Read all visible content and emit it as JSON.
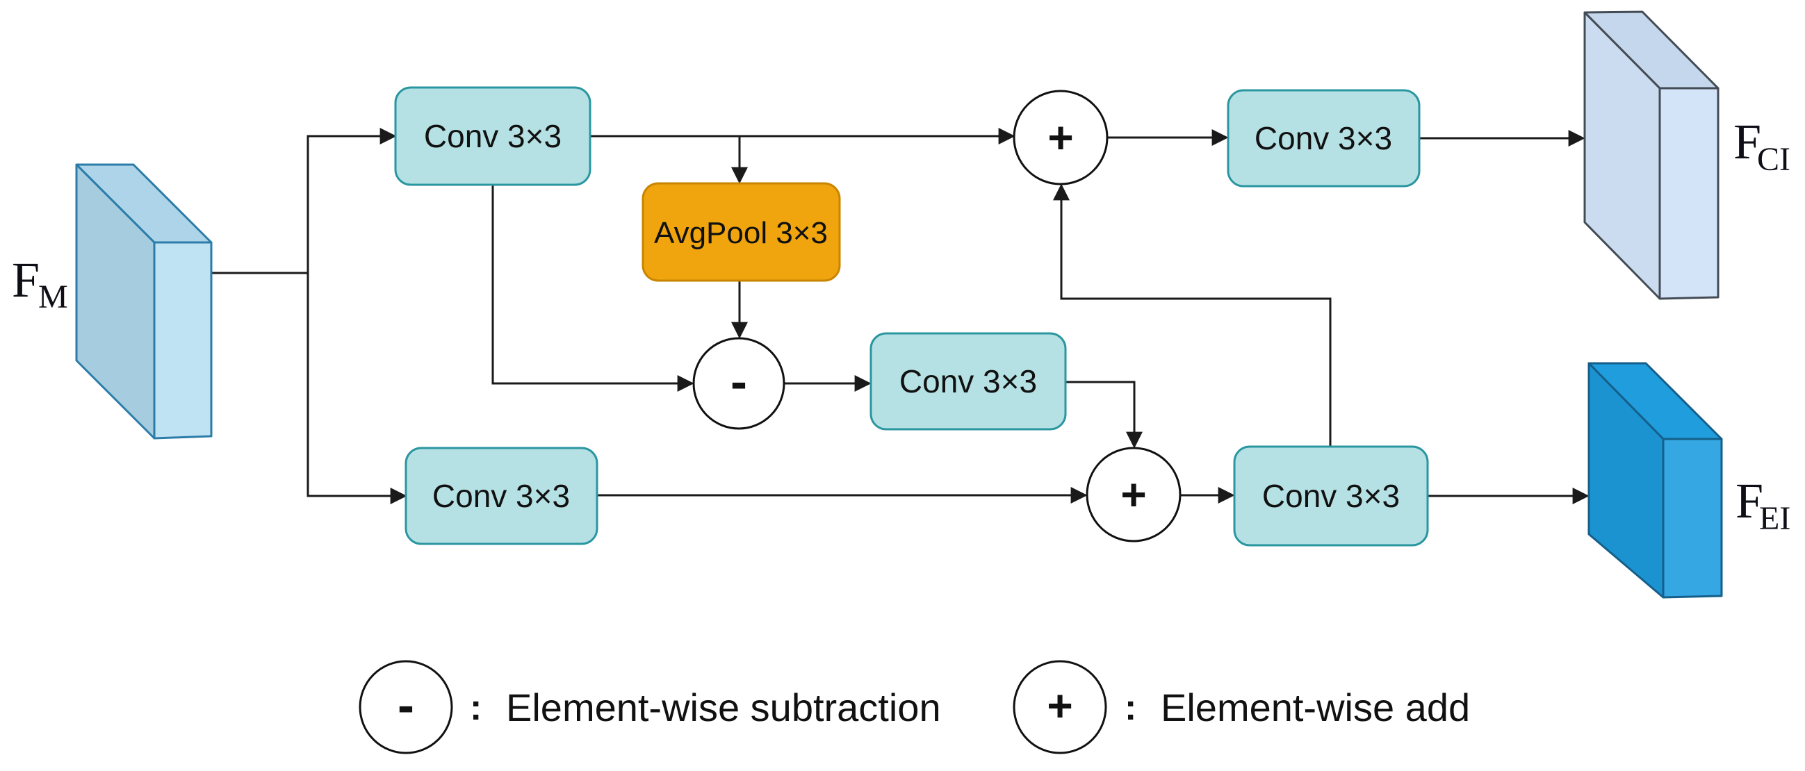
{
  "diagram": {
    "input_label": {
      "base": "F",
      "sub": "M"
    },
    "output_context": {
      "base": "F",
      "sub": "CI"
    },
    "output_edge": {
      "base": "F",
      "sub": "EI"
    },
    "blocks": {
      "conv_top": "Conv 3×3",
      "avgpool": "AvgPool 3×3",
      "conv_mid": "Conv 3×3",
      "conv_top_right": "Conv 3×3",
      "conv_bottom_left": "Conv 3×3",
      "conv_bottom_right": "Conv 3×3"
    },
    "operators": {
      "subtract": "-",
      "add": "+"
    }
  },
  "legend": {
    "subtract": {
      "symbol": "-",
      "separator": ":",
      "label": "Element-wise subtraction"
    },
    "add": {
      "symbol": "+",
      "separator": ":",
      "label": "Element-wise add"
    }
  },
  "colors": {
    "line": "#1a1a1a",
    "text": "#111111",
    "conv_fill": "#b5e1e4",
    "conv_stroke": "#2a96a0",
    "pool_fill": "#f0a50e",
    "pool_stroke": "#c98500",
    "node_fill": "#ffffff",
    "node_stroke": "#111111",
    "fm_front": "#a6cce0",
    "fm_side": "#c0e3f3",
    "fm_top": "#add4e8",
    "fm_stroke": "#2b7ca8",
    "fci_front": "#cbdcf0",
    "fci_side": "#d3e3f8",
    "fci_top": "#c5d7ec",
    "fci_stroke": "#434c55",
    "fei_front": "#1c93d1",
    "fei_side": "#35a7e2",
    "fei_top": "#1f9ddc",
    "fei_stroke": "#155f8a"
  }
}
